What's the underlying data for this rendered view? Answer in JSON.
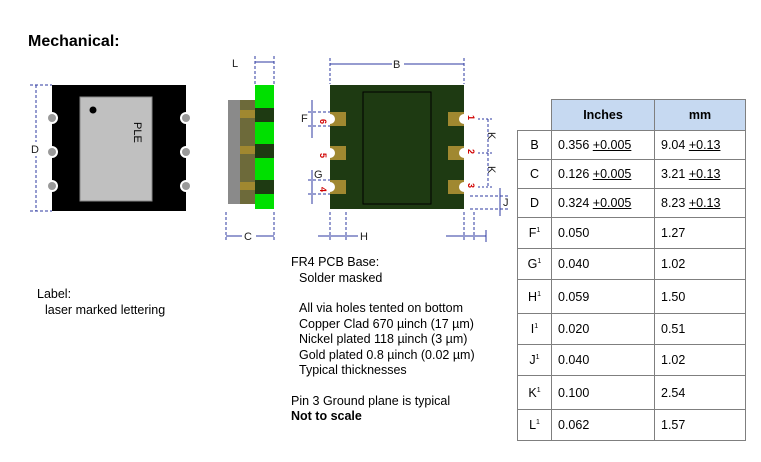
{
  "heading": "Mechanical:",
  "chip_marking": "PLE",
  "dimension_letters": {
    "B": "B",
    "C": "C",
    "D": "D",
    "F": "F",
    "G": "G",
    "H": "H",
    "J": "J",
    "K": "K",
    "L": "L"
  },
  "pin_numbers": [
    "1",
    "2",
    "3",
    "4",
    "5",
    "6"
  ],
  "label_note": {
    "title": "Label:",
    "text": "laser marked lettering"
  },
  "pcb_note": {
    "title": "FR4 PCB Base:",
    "line1": "Solder masked",
    "line2": "All via holes tented on bottom",
    "line3": "Copper Clad 670 µinch  (17 µm)",
    "line4": "Nickel plated 118 µinch  (3 µm)",
    "line5": "Gold plated 0.8 µinch  (0.02 µm)",
    "line6": "Typical thicknesses",
    "line7": "Pin 3 Ground plane is typical",
    "line8": "Not to scale"
  },
  "table": {
    "header_inches": "Inches",
    "header_mm": "mm",
    "rows": [
      {
        "param": "B",
        "sup": "",
        "inch_base": "0.356 ",
        "inch_tol": "+0.005",
        "mm_base": "9.04 ",
        "mm_tol": "+0.13"
      },
      {
        "param": "C",
        "sup": "",
        "inch_base": "0.126 ",
        "inch_tol": "+0.005",
        "mm_base": "3.21 ",
        "mm_tol": "+0.13"
      },
      {
        "param": "D",
        "sup": "",
        "inch_base": "0.324 ",
        "inch_tol": "+0.005",
        "mm_base": "8.23 ",
        "mm_tol": "+0.13"
      },
      {
        "param": "F",
        "sup": "1",
        "inch": "0.050",
        "mm": "1.27"
      },
      {
        "param": "G",
        "sup": "1",
        "inch": "0.040",
        "mm": "1.02"
      },
      {
        "param": "H",
        "sup": "1",
        "inch": "0.059",
        "mm": "1.50"
      },
      {
        "param": "I",
        "sup": "1",
        "inch": "0.020",
        "mm": "0.51"
      },
      {
        "param": "J",
        "sup": "1",
        "inch": "0.040",
        "mm": "1.02"
      },
      {
        "param": "K",
        "sup": "1",
        "inch": "0.100",
        "mm": "2.54"
      },
      {
        "param": "L",
        "sup": "1",
        "inch": "0.062",
        "mm": "1.57"
      }
    ]
  },
  "colors": {
    "pcb_black": "#000000",
    "chip_gray": "#c0c0c0",
    "pad_green": "#00e000",
    "board_green": "#1e3a12",
    "pad_tan": "#a08830",
    "header_blue": "#c6d9f1",
    "dim_line": "#2d3aa0",
    "pin_red": "#d00000"
  }
}
